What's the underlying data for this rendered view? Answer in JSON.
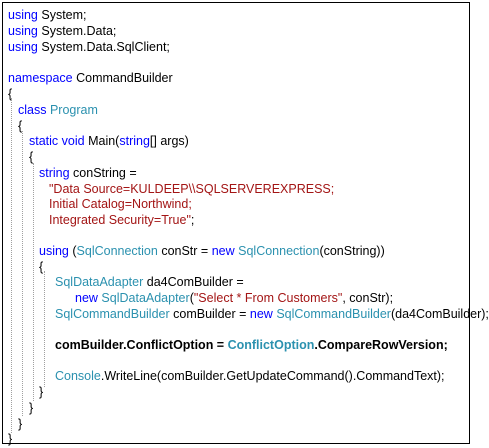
{
  "colors": {
    "keyword": "#0000ff",
    "type": "#2b91af",
    "string": "#a31515",
    "plain": "#000000",
    "background": "#ffffff",
    "guide": "#a0a0a0"
  },
  "code": {
    "lines": [
      [
        {
          "t": "using",
          "c": "kw"
        },
        {
          "t": " System;",
          "c": "pl"
        }
      ],
      [
        {
          "t": "using",
          "c": "kw"
        },
        {
          "t": " System.Data;",
          "c": "pl"
        }
      ],
      [
        {
          "t": "using",
          "c": "kw"
        },
        {
          "t": " System.Data.SqlClient;",
          "c": "pl"
        }
      ],
      [],
      [
        {
          "t": "namespace",
          "c": "kw"
        },
        {
          "t": " CommandBuilder",
          "c": "pl"
        }
      ],
      [
        {
          "t": "{",
          "c": "pl"
        }
      ],
      [
        {
          "t": "class",
          "c": "kw"
        },
        {
          "t": " ",
          "c": "pl"
        },
        {
          "t": "Program",
          "c": "ty"
        }
      ],
      [
        {
          "t": "{",
          "c": "pl"
        }
      ],
      [
        {
          "t": "static",
          "c": "kw"
        },
        {
          "t": " ",
          "c": "pl"
        },
        {
          "t": "void",
          "c": "kw"
        },
        {
          "t": " Main(",
          "c": "pl"
        },
        {
          "t": "string",
          "c": "kw"
        },
        {
          "t": "[] args)",
          "c": "pl"
        }
      ],
      [
        {
          "t": "{",
          "c": "pl"
        }
      ],
      [
        {
          "t": "string",
          "c": "kw"
        },
        {
          "t": " conString =",
          "c": "pl"
        }
      ],
      [
        {
          "t": "\"Data Source=KULDEEP\\\\SQLSERVEREXPRESS;",
          "c": "str"
        }
      ],
      [
        {
          "t": "Initial Catalog=Northwind;",
          "c": "str"
        }
      ],
      [
        {
          "t": "Integrated Security=True\"",
          "c": "str"
        },
        {
          "t": ";",
          "c": "pl"
        }
      ],
      [],
      [
        {
          "t": "using",
          "c": "kw"
        },
        {
          "t": " (",
          "c": "pl"
        },
        {
          "t": "SqlConnection",
          "c": "ty"
        },
        {
          "t": " conStr = ",
          "c": "pl"
        },
        {
          "t": "new",
          "c": "kw"
        },
        {
          "t": " ",
          "c": "pl"
        },
        {
          "t": "SqlConnection",
          "c": "ty"
        },
        {
          "t": "(conString))",
          "c": "pl"
        }
      ],
      [
        {
          "t": "{",
          "c": "pl"
        }
      ],
      [
        {
          "t": "SqlDataAdapter",
          "c": "ty"
        },
        {
          "t": " da4ComBuilder =",
          "c": "pl"
        }
      ],
      [
        {
          "t": "new",
          "c": "kw"
        },
        {
          "t": " ",
          "c": "pl"
        },
        {
          "t": "SqlDataAdapter",
          "c": "ty"
        },
        {
          "t": "(",
          "c": "pl"
        },
        {
          "t": "\"Select * From Customers\"",
          "c": "str"
        },
        {
          "t": ", conStr);",
          "c": "pl"
        }
      ],
      [
        {
          "t": "SqlCommandBuilder",
          "c": "ty"
        },
        {
          "t": " comBuilder = ",
          "c": "pl"
        },
        {
          "t": "new",
          "c": "kw"
        },
        {
          "t": " ",
          "c": "pl"
        },
        {
          "t": "SqlCommandBuilder",
          "c": "ty"
        },
        {
          "t": "(da4ComBuilder);",
          "c": "pl"
        }
      ],
      [],
      [
        {
          "t": "comBuilder.ConflictOption = ",
          "c": "pl",
          "b": true
        },
        {
          "t": "ConflictOption",
          "c": "ty",
          "b": true
        },
        {
          "t": ".CompareRowVersion;",
          "c": "pl",
          "b": true
        }
      ],
      [],
      [
        {
          "t": "Console",
          "c": "ty"
        },
        {
          "t": ".WriteLine(comBuilder.GetUpdateCommand().CommandText);",
          "c": "pl"
        }
      ],
      [
        {
          "t": "}",
          "c": "pl"
        }
      ],
      [
        {
          "t": "}",
          "c": "pl"
        }
      ],
      [
        {
          "t": "}",
          "c": "pl"
        }
      ],
      [
        {
          "t": "}",
          "c": "pl"
        }
      ]
    ]
  }
}
